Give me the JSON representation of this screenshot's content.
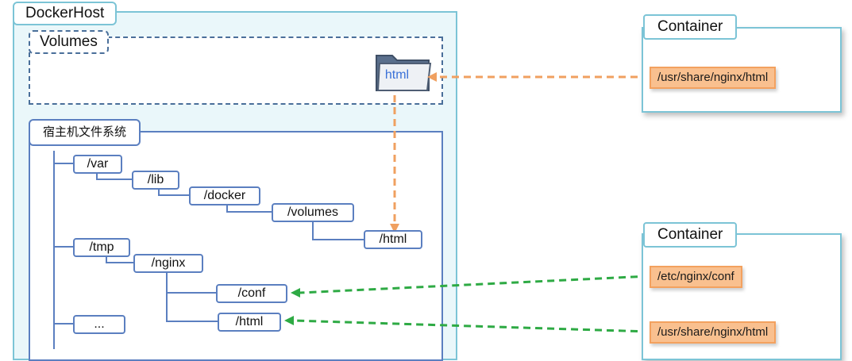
{
  "docker_host": {
    "title": "DockerHost"
  },
  "volumes": {
    "title": "Volumes",
    "folder_label": "html"
  },
  "host_fs": {
    "title": "宿主机文件系统",
    "nodes": {
      "var": "/var",
      "lib": "/lib",
      "docker": "/docker",
      "volumes": "/volumes",
      "vol_html": "/html",
      "tmp": "/tmp",
      "nginx": "/nginx",
      "conf": "/conf",
      "nginx_html": "/html",
      "more": "..."
    }
  },
  "containers": [
    {
      "title": "Container",
      "mounts": [
        "/usr/share/nginx/html"
      ]
    },
    {
      "title": "Container",
      "mounts": [
        "/etc/nginx/conf",
        "/usr/share/nginx/html"
      ]
    }
  ],
  "colors": {
    "host_border": "#7cc4d6",
    "host_fill": "#eaf7fa",
    "volume_border": "#4a6f9a",
    "tree_line": "#5b7fc0",
    "volume_link": "#f0a060",
    "bind_link": "#2eaa44",
    "mount_fill": "#f9c08f"
  },
  "icons": {
    "volume_folder": "folder-icon"
  }
}
